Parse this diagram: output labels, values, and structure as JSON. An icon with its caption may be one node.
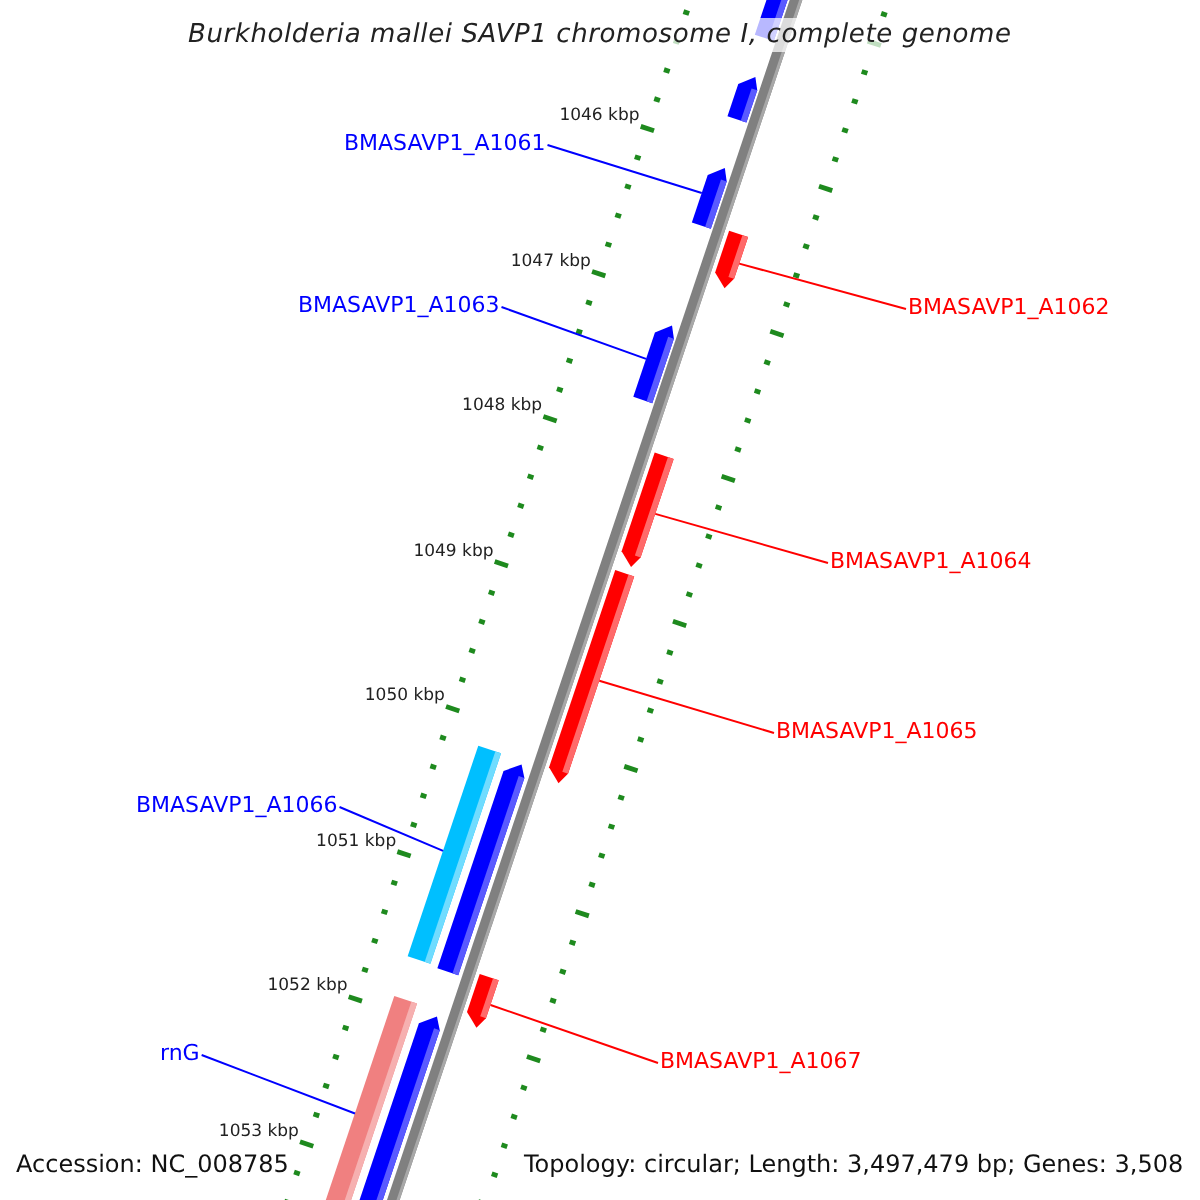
{
  "diagram": {
    "title": "Burkholderia mallei SAVP1 chromosome I, complete genome",
    "nodes": [
      {
        "text": [],
        "shape": "arrow"
      },
      {
        "text": [],
        "shape": "arrow"
      },
      {
        "text": [],
        "shape": "arrow"
      },
      {
        "text": [],
        "shape": "arrow"
      },
      {
        "text": [],
        "shape": "arrow"
      },
      {
        "text": [],
        "shape": "arrow"
      },
      {
        "text": [],
        "shape": "arrow"
      },
      {
        "text": [],
        "shape": "bar"
      },
      {
        "text": [],
        "shape": "arrow"
      },
      {
        "text": [],
        "shape": "arrow"
      },
      {
        "text": [],
        "shape": "bar"
      },
      {
        "text": [],
        "shape": "arrow"
      },
      {
        "text": [
          "BMASAVP1_A1061"
        ]
      },
      {
        "text": [
          "BMASAVP1_A1063"
        ]
      },
      {
        "text": [
          "BMASAVP1_A1062"
        ]
      },
      {
        "text": [
          "BMASAVP1_A1064"
        ]
      },
      {
        "text": [
          "BMASAVP1_A1065"
        ]
      },
      {
        "text": [
          "BMASAVP1_A1066"
        ]
      },
      {
        "text": [
          "rnG"
        ]
      },
      {
        "text": [
          "BMASAVP1_A1067"
        ]
      }
    ],
    "edges": [
      {
        "from": 12,
        "to": 2,
        "arrow": "none",
        "color": "#0000ff"
      },
      {
        "from": 13,
        "to": 4,
        "arrow": "none",
        "color": "#0000ff"
      },
      {
        "from": 14,
        "to": 3,
        "arrow": "none",
        "color": "#ff0000"
      },
      {
        "from": 15,
        "to": 5,
        "arrow": "none",
        "color": "#ff0000"
      },
      {
        "from": 16,
        "to": 6,
        "arrow": "none",
        "color": "#ff0000"
      },
      {
        "from": 17,
        "to": 7,
        "arrow": "none",
        "color": "#0000ff"
      },
      {
        "from": 18,
        "to": 10,
        "arrow": "none",
        "color": "#0000ff"
      },
      {
        "from": 19,
        "to": 9,
        "arrow": "none",
        "color": "#ff0000"
      }
    ],
    "labels": [
      "1046 kbp",
      "1047 kbp",
      "1048 kbp",
      "1049 kbp",
      "1050 kbp",
      "1051 kbp",
      "1052 kbp",
      "1053 kbp",
      "Accession: NC_008785",
      "Topology: circular; Length: 3,497,479 bp; Genes: 3,508"
    ]
  }
}
